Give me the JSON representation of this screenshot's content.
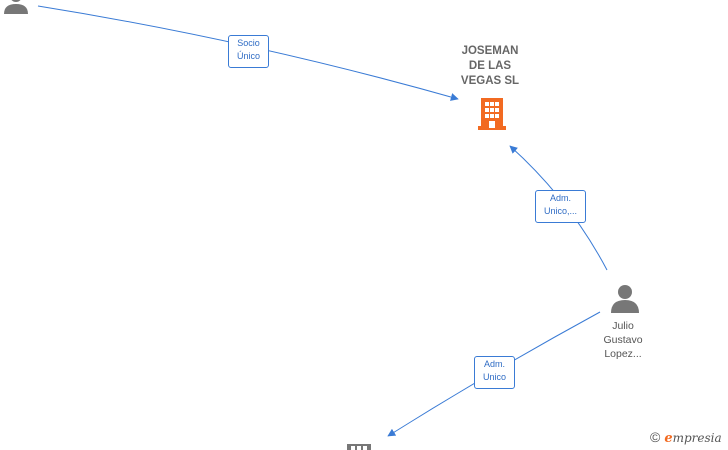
{
  "nodes": {
    "company": {
      "name_lines": [
        "JOSEMAN",
        "DE LAS",
        "VEGAS SL"
      ],
      "icon": "building-icon",
      "color": "#f26a21"
    },
    "person_main": {
      "name_lines": [
        "Julio",
        "Gustavo",
        "Lopez..."
      ],
      "icon": "person-icon",
      "color": "#777777"
    },
    "person_top_left": {
      "icon": "person-icon",
      "color": "#777777"
    },
    "bottom_node": {
      "icon": "building-icon",
      "color": "#777777"
    }
  },
  "edges": [
    {
      "label_lines": [
        "Socio",
        "Único"
      ]
    },
    {
      "label_lines": [
        "Adm.",
        "Unico,..."
      ]
    },
    {
      "label_lines": [
        "Adm.",
        "Unico"
      ]
    }
  ],
  "brand": {
    "copyright": "©",
    "initial": "e",
    "rest": "mpresia"
  },
  "colors": {
    "edge": "#3a7bd5",
    "label_text": "#2f6cc4"
  }
}
